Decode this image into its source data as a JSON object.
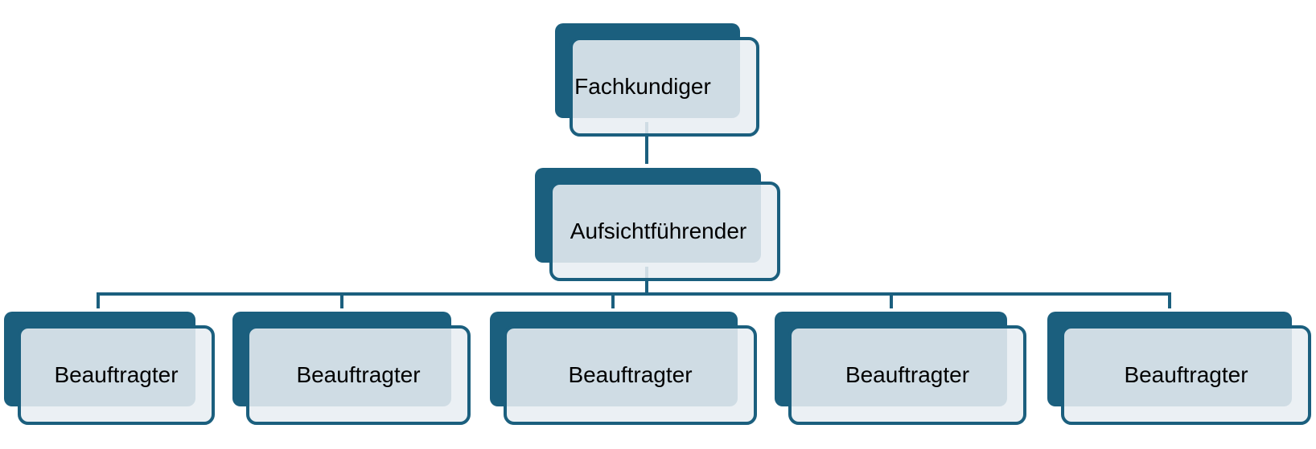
{
  "colors": {
    "accent": "#1b5f7e",
    "box_fill": "#e8eef2",
    "text": "#000000"
  },
  "nodes": {
    "root": {
      "label": "Fachkundiger"
    },
    "supervisor": {
      "label": "Aufsichtführender"
    },
    "delegates": [
      {
        "label": "Beauftragter"
      },
      {
        "label": "Beauftragter"
      },
      {
        "label": "Beauftragter"
      },
      {
        "label": "Beauftragter"
      },
      {
        "label": "Beauftragter"
      }
    ]
  }
}
